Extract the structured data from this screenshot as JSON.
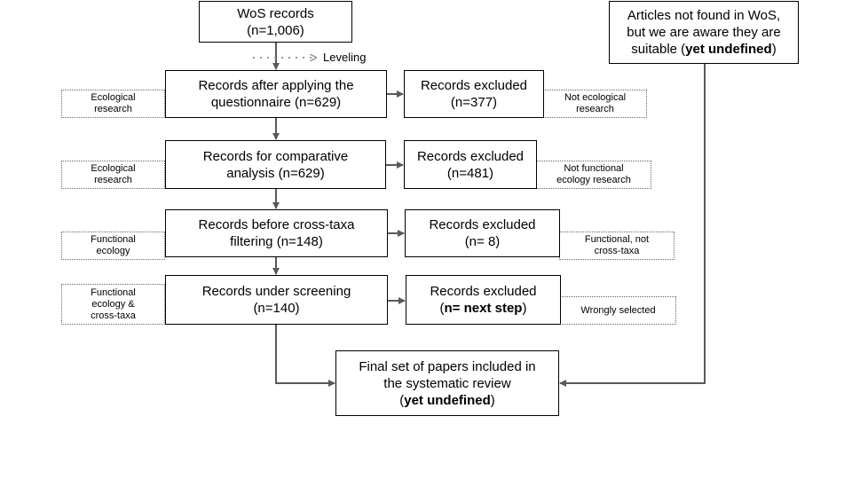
{
  "wos": {
    "line1": "WoS records",
    "line2": "(n=1,006)"
  },
  "leveling": "Leveling",
  "articles_not_found": {
    "line1": "Articles not found in WoS,",
    "line2": "but we are aware they are",
    "line3_pre": "suitable (",
    "line3_bold": "yet undefined",
    "line3_post": ")"
  },
  "rows": [
    {
      "main": [
        "Records after applying the",
        "questionnaire (n=629)"
      ],
      "excluded": [
        "Records excluded",
        "(n=377)"
      ],
      "left_note": [
        "Ecological",
        "research"
      ],
      "right_note": [
        "Not ecological",
        "research"
      ]
    },
    {
      "main": [
        "Records for comparative",
        "analysis (n=629)"
      ],
      "excluded": [
        "Records excluded",
        "(n=481)"
      ],
      "left_note": [
        "Ecological",
        "research"
      ],
      "right_note": [
        "Not functional",
        "ecology research"
      ]
    },
    {
      "main": [
        "Records before cross-taxa",
        "filtering (n=148)"
      ],
      "excluded": [
        "Records excluded",
        "(n= 8)"
      ],
      "left_note": [
        "Functional",
        "ecology"
      ],
      "right_note": [
        "Functional, not",
        "cross-taxa"
      ]
    },
    {
      "main": [
        "Records under screening",
        "(n=140)"
      ],
      "excluded": [
        "Records excluded",
        ""
      ],
      "left_note": [
        "Functional",
        "ecology &",
        "cross-taxa"
      ],
      "right_note": [
        "Wrongly selected"
      ]
    }
  ],
  "excluded_last_bold": {
    "pre": "(",
    "bold": "n= next step",
    "post": ")"
  },
  "final": {
    "line1": "Final set of papers included in",
    "line2": "the systematic review",
    "line3_pre": "(",
    "line3_bold": "yet undefined",
    "line3_post": ")"
  },
  "colors": {
    "arrow": "#595959",
    "border": "#000000",
    "dotted": "#666666"
  }
}
